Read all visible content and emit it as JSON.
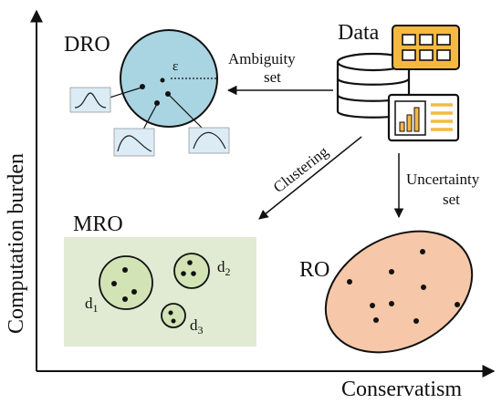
{
  "axes": {
    "y_label": "Computation burden",
    "x_label": "Conservatism"
  },
  "dro": {
    "title": "DRO",
    "radius_symbol": "ε"
  },
  "data": {
    "title": "Data",
    "icon": "database-icon"
  },
  "edges": {
    "ambiguity": [
      "Ambiguity",
      "set"
    ],
    "clustering": "Clustering",
    "uncertainty": [
      "Uncertainty",
      "set"
    ]
  },
  "mro": {
    "title": "MRO",
    "cluster_labels": {
      "d1": "d",
      "d1_sub": "1",
      "d2": "d",
      "d2_sub": "2",
      "d3": "d",
      "d3_sub": "3"
    }
  },
  "ro": {
    "title": "RO"
  },
  "colors": {
    "dro_fill": "#a9d4e2",
    "mro_box": "#e1ead3",
    "mro_cluster": "#d2e3b6",
    "ro_fill": "#f6c7a8",
    "icon_orange": "#f5b942",
    "dist_box": "#dbecf6"
  }
}
